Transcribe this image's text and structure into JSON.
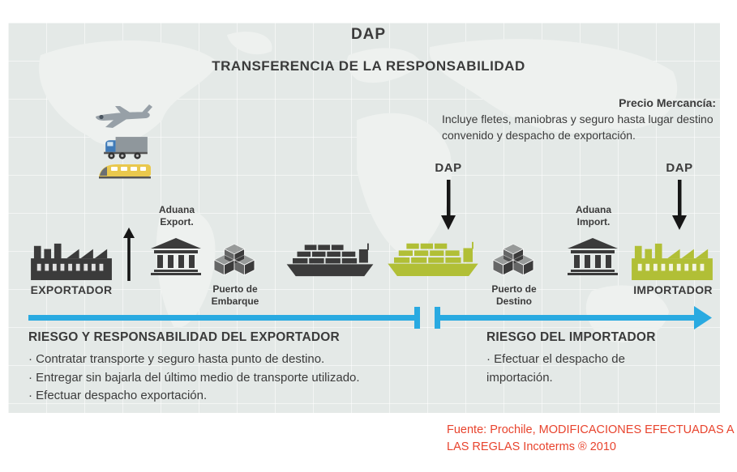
{
  "header": {
    "title": "DAP",
    "subtitle": "TRANSFERENCIA DE LA RESPONSABILIDAD"
  },
  "price_note": {
    "heading": "Precio Mercancía:",
    "body": "Incluye fletes, maniobras y seguro hasta lugar destino convenido y despacho de exportación."
  },
  "markers": {
    "dap_ship": "DAP",
    "dap_importer": "DAP"
  },
  "nodes": {
    "exportador": "EXPORTADOR",
    "aduana_export": "Aduana\nExport.",
    "puerto_embarque": "Puerto de\nEmbarque",
    "puerto_destino": "Puerto de\nDestino",
    "aduana_import": "Aduana\nImport.",
    "importador": "IMPORTADOR"
  },
  "exporter_section": {
    "heading": "RIESGO Y RESPONSABILIDAD DEL EXPORTADOR",
    "bullets": [
      "· Contratar transporte y seguro hasta punto de destino.",
      "· Entregar sin bajarla del último medio de transporte utilizado.",
      "· Efectuar despacho exportación."
    ]
  },
  "importer_section": {
    "heading": "RIESGO DEL IMPORTADOR",
    "bullets": [
      "· Efectuar el despacho de importación."
    ]
  },
  "source_note": "Fuente: Prochile, MODIFICACIONES EFECTUADAS A LAS REGLAS Incoterms ® 2010",
  "colors": {
    "dark": "#3b3b3b",
    "green": "#b1bf36",
    "blue": "#29aae1",
    "red": "#e8432d",
    "map_background": "#e4e9e7"
  },
  "icons": {
    "transport_modes": [
      "airplane-icon",
      "truck-icon",
      "train-icon"
    ],
    "exporter": "factory-icon",
    "customs": "customs-building-icon",
    "port": "cargo-boxes-icon",
    "vessel": "container-ship-icon",
    "risk_transfer": "down-arrow-icon",
    "export_flow": "up-arrow-icon",
    "timeline": "risk-transfer-timeline-arrow"
  }
}
